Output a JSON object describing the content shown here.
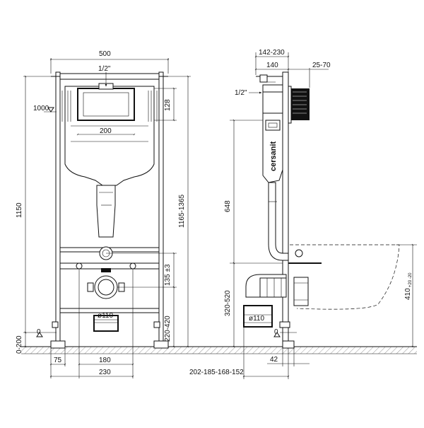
{
  "front_view": {
    "width_total": "500",
    "water_inlet": "1/2\"",
    "flush_plate_height": "128",
    "flush_plate_width": "200",
    "height_total": "1150",
    "height_adjust": "1165-1365",
    "reference_height": "1000",
    "drain_axis": "135 ±3",
    "outlet_height": "220-420",
    "outlet_diameter": "ø110",
    "zero_mark": "0",
    "floor_offset": "0-200",
    "foot_width": "75",
    "mount_spacing": "180",
    "base_width": "230"
  },
  "side_view": {
    "depth_range": "142-230",
    "depth": "140",
    "plate_offset": "25-70",
    "water_inlet": "1/2\"",
    "brand": "cersanit",
    "cistern_height": "648",
    "outlet_height": "320-520",
    "outlet_diameter": "ø110",
    "zero_mark": "0",
    "wall_offset": "42",
    "bowl_depths": "202-185-168-152",
    "bowl_height": "410",
    "bowl_height_tol": "+20 -20"
  }
}
